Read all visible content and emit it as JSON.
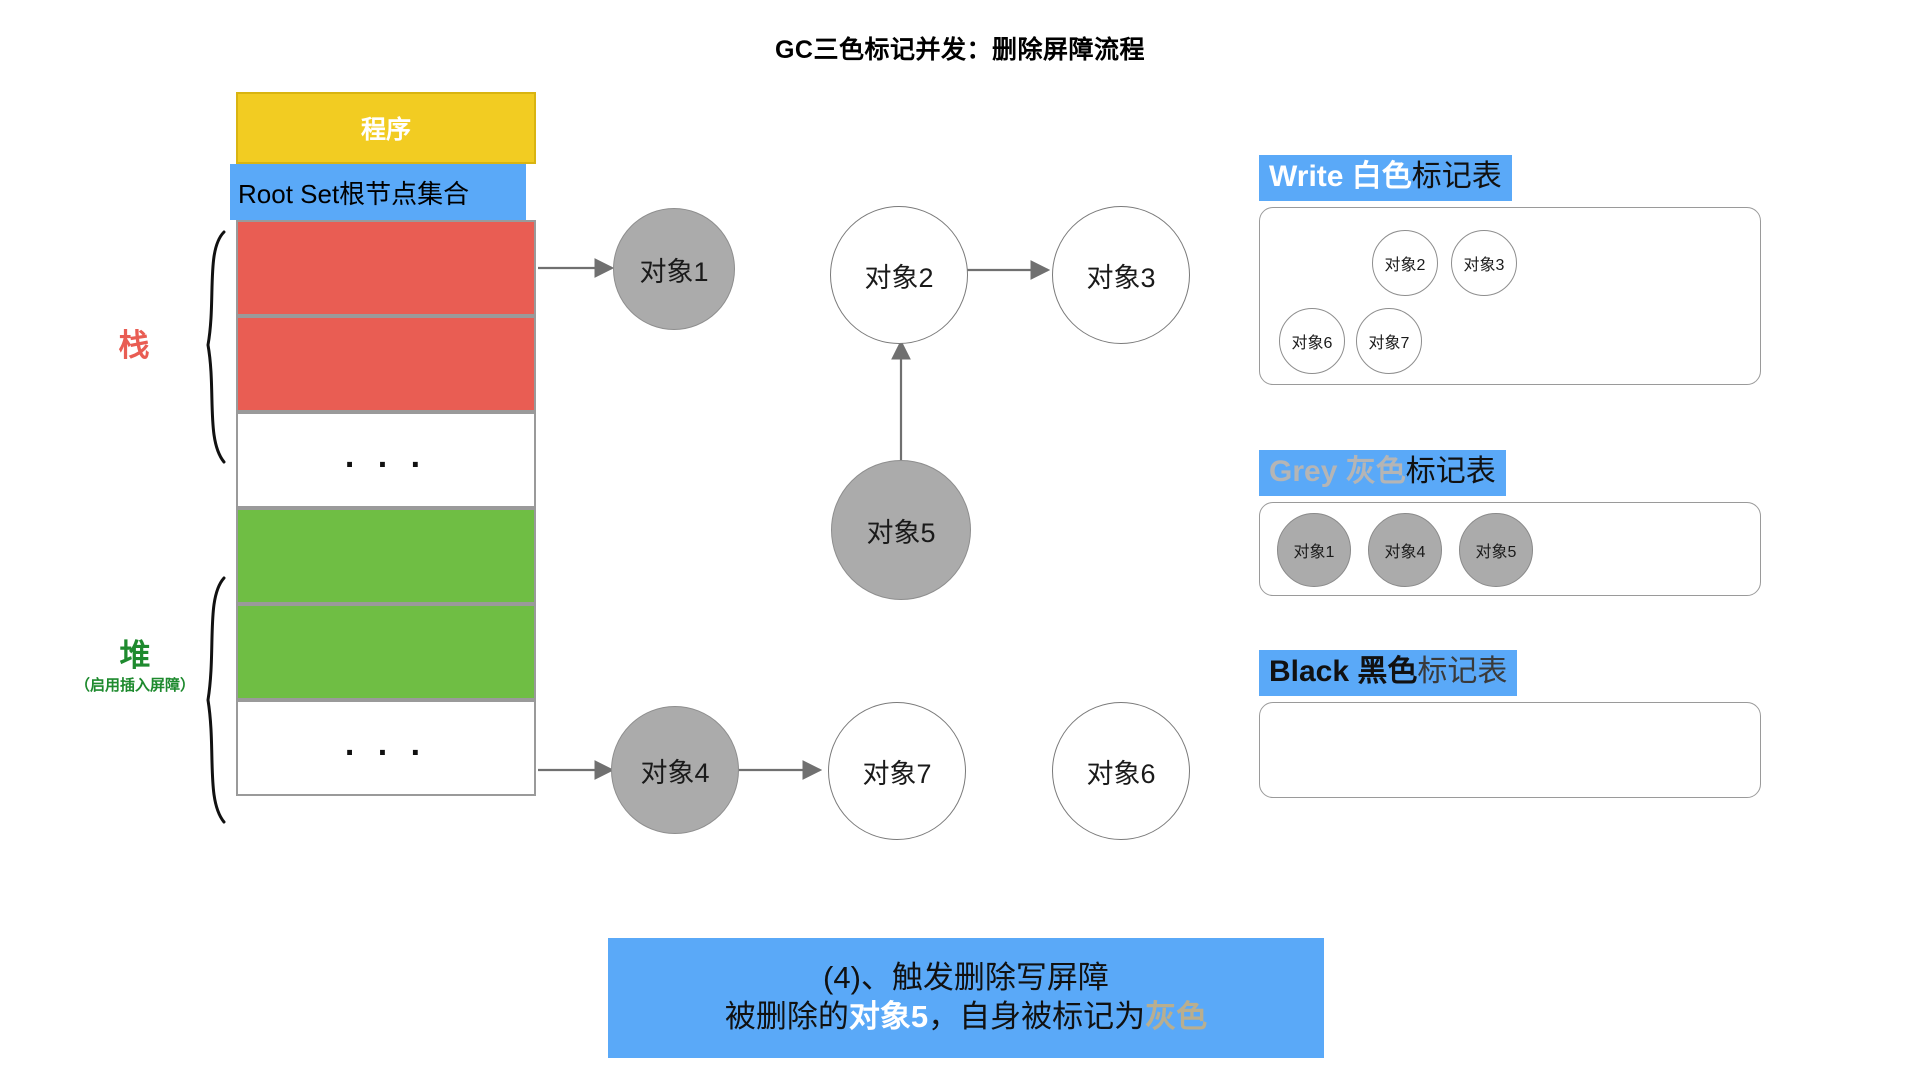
{
  "title": "GC三色标记并发：删除屏障流程",
  "memory": {
    "program_label": "程序",
    "rootset_label": "Root Set根节点集合",
    "ellipsis": ". . .",
    "cells": [
      {
        "name": "program",
        "color": "#F2CC22",
        "label": "程序"
      },
      {
        "name": "rootset",
        "color": "#5AA9F8",
        "label": "Root Set根节点集合"
      },
      {
        "name": "stack-slot-1",
        "color": "#E95D53",
        "label": ""
      },
      {
        "name": "stack-slot-2",
        "color": "#E95D53",
        "label": ""
      },
      {
        "name": "stack-ellipsis",
        "color": "#FFFFFF",
        "label": ". . ."
      },
      {
        "name": "heap-slot-1",
        "color": "#6FBE44",
        "label": ""
      },
      {
        "name": "heap-slot-2",
        "color": "#6FBE44",
        "label": ""
      },
      {
        "name": "heap-ellipsis",
        "color": "#FFFFFF",
        "label": ". . ."
      }
    ]
  },
  "side_labels": {
    "stack": {
      "main": "栈",
      "sub": "",
      "color": "#E95D53"
    },
    "heap": {
      "main": "堆",
      "sub": "（启用插入屏障）",
      "color": "#1E8A2E"
    }
  },
  "graph": {
    "nodes": [
      {
        "id": "obj1",
        "label": "对象1",
        "fill": "grey"
      },
      {
        "id": "obj2",
        "label": "对象2",
        "fill": "white"
      },
      {
        "id": "obj3",
        "label": "对象3",
        "fill": "white"
      },
      {
        "id": "obj5",
        "label": "对象5",
        "fill": "grey"
      },
      {
        "id": "obj4",
        "label": "对象4",
        "fill": "grey"
      },
      {
        "id": "obj7",
        "label": "对象7",
        "fill": "white"
      },
      {
        "id": "obj6",
        "label": "对象6",
        "fill": "white"
      }
    ],
    "edges": [
      {
        "from": "rootset-stack-slot-1",
        "to": "obj1"
      },
      {
        "from": "obj2",
        "to": "obj3"
      },
      {
        "from": "obj5",
        "to": "obj2"
      },
      {
        "from": "heap-slot-2",
        "to": "obj4"
      },
      {
        "from": "obj4",
        "to": "obj7"
      }
    ]
  },
  "tables": {
    "white": {
      "title_en": "Write ",
      "title_color": "白色",
      "title_tail": "标记表",
      "header_bg": "#5AA9F8",
      "items": [
        {
          "label": "对象2",
          "fill": "white"
        },
        {
          "label": "对象3",
          "fill": "white"
        },
        {
          "label": "对象6",
          "fill": "white"
        },
        {
          "label": "对象7",
          "fill": "white"
        }
      ]
    },
    "grey": {
      "title_en": "Grey ",
      "title_color": "灰色",
      "title_tail": "标记表",
      "header_bg": "#5AA9F8",
      "items": [
        {
          "label": "对象1",
          "fill": "grey"
        },
        {
          "label": "对象4",
          "fill": "grey"
        },
        {
          "label": "对象5",
          "fill": "grey"
        }
      ]
    },
    "black": {
      "title_en": "Black ",
      "title_color": "黑色",
      "title_tail": "标记表",
      "header_bg": "#5AA9F8",
      "items": []
    }
  },
  "caption": {
    "line1": "(4)、触发删除写屏障",
    "line2_a": "被删除的",
    "line2_b": "对象5",
    "line2_c": "，自身被标记为",
    "line2_d": "灰色",
    "bg": "#5AA9F8"
  }
}
